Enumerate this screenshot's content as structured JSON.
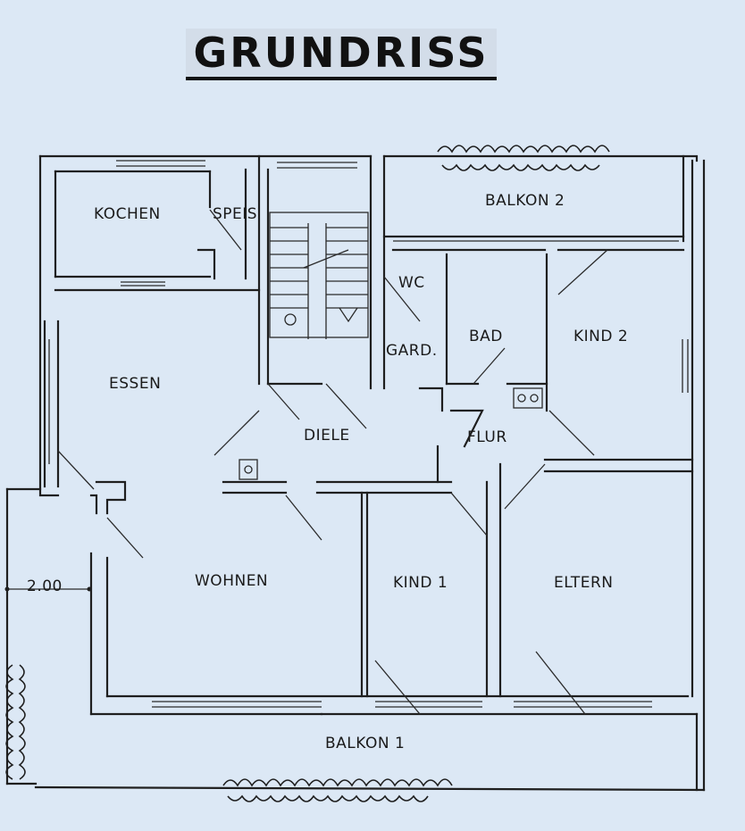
{
  "title": "GRUNDRISS",
  "rooms": {
    "kochen": "KOCHEN",
    "speis": "SPEIS",
    "balkon2": "BALKON 2",
    "wc": "WC",
    "gard": "GARD.",
    "bad": "BAD",
    "kind2": "KIND 2",
    "essen": "ESSEN",
    "diele": "DIELE",
    "flur": "FLUR",
    "wohnen": "WOHNEN",
    "kind1": "KIND 1",
    "eltern": "ELTERN",
    "balkon1": "BALKON 1"
  },
  "dimension": "2.00",
  "colors": {
    "paper": "#dce8f5",
    "ink": "#1f1f1f"
  }
}
